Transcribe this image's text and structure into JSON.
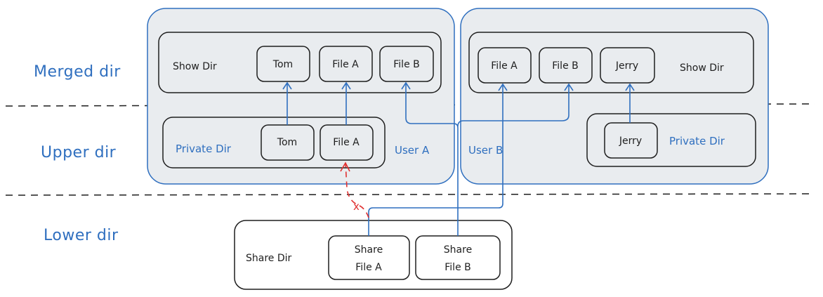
{
  "layers": {
    "merged": "Merged dir",
    "upper": "Upper dir",
    "lower": "Lower dir"
  },
  "user_a": {
    "label": "User A",
    "show_dir": {
      "label": "Show Dir",
      "items": [
        "Tom",
        "File A",
        "File B"
      ]
    },
    "private_dir": {
      "label": "Private Dir",
      "items": [
        "Tom",
        "File A"
      ]
    }
  },
  "user_b": {
    "label": "User B",
    "show_dir": {
      "label": "Show Dir",
      "items": [
        "File A",
        "File B",
        "Jerry"
      ]
    },
    "private_dir": {
      "label": "Private Dir",
      "items": [
        "Jerry"
      ]
    }
  },
  "share_dir": {
    "label": "Share Dir",
    "file_a": [
      "Share",
      "File A"
    ],
    "file_b": [
      "Share",
      "File B"
    ]
  },
  "blocked_marker": "x",
  "colors": {
    "label_blue": "#2f6fbf",
    "user_bg": "#e9ecef",
    "show_a_bg": "#99e9f2",
    "show_b_bg": "#b2f2bb",
    "private_a_bg": "#ffec99",
    "private_b_bg": "#ffc9c9",
    "share_bg": "#99e9f2",
    "tom": "#4dabf7",
    "file_a_light": "#fcc2d7",
    "file_a_strong": "#f06595",
    "file_b": "#0c8599",
    "jerry": "#ebfbee",
    "arrow_blue": "#2f6fbf",
    "arrow_red": "#e03131"
  }
}
